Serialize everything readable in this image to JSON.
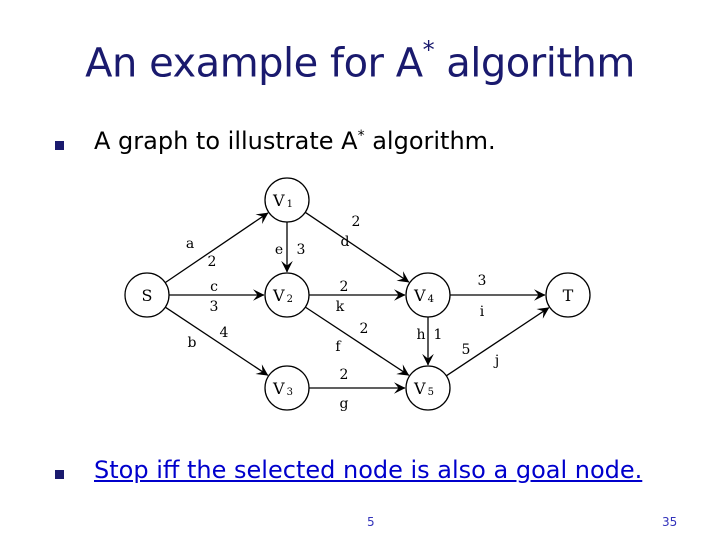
{
  "title": {
    "main": "An example for A",
    "superscript": "*",
    "suffix": " algorithm"
  },
  "bullets": [
    {
      "prefix": "A graph to illustrate A",
      "superscript": "*",
      "suffix": " algorithm."
    },
    {
      "text": "Stop iff the selected node is also a goal node."
    }
  ],
  "graph": {
    "nodes": [
      {
        "id": "V1",
        "letter": "V",
        "sub": "1"
      },
      {
        "id": "S",
        "letter": "S",
        "sub": ""
      },
      {
        "id": "V2",
        "letter": "V",
        "sub": "2"
      },
      {
        "id": "V4",
        "letter": "V",
        "sub": "4"
      },
      {
        "id": "T",
        "letter": "T",
        "sub": ""
      },
      {
        "id": "V3",
        "letter": "V",
        "sub": "3"
      },
      {
        "id": "V5",
        "letter": "V",
        "sub": "5"
      }
    ],
    "edges": [
      {
        "from": "S",
        "to": "V1",
        "name": "a",
        "weight": "2"
      },
      {
        "from": "S",
        "to": "V2",
        "name": "c",
        "weight": "3"
      },
      {
        "from": "S",
        "to": "V3",
        "name": "b",
        "weight": "4"
      },
      {
        "from": "V1",
        "to": "V2",
        "name": "e",
        "weight": "3"
      },
      {
        "from": "V1",
        "to": "V4",
        "name": "d",
        "weight": "2"
      },
      {
        "from": "V2",
        "to": "V4",
        "name": "k",
        "weight": "2"
      },
      {
        "from": "V2",
        "to": "V5",
        "name": "f",
        "weight": "2"
      },
      {
        "from": "V3",
        "to": "V5",
        "name": "g",
        "weight": "2"
      },
      {
        "from": "V4",
        "to": "V5",
        "name": "h",
        "weight": "1"
      },
      {
        "from": "V4",
        "to": "T",
        "name": "i",
        "weight": "3"
      },
      {
        "from": "V5",
        "to": "T",
        "name": "j",
        "weight": "5"
      }
    ]
  },
  "footer": {
    "center": "5",
    "right": "35"
  },
  "colors": {
    "title": "#1a1a6e",
    "link": "#0000cc",
    "footer": "#3333bb"
  }
}
